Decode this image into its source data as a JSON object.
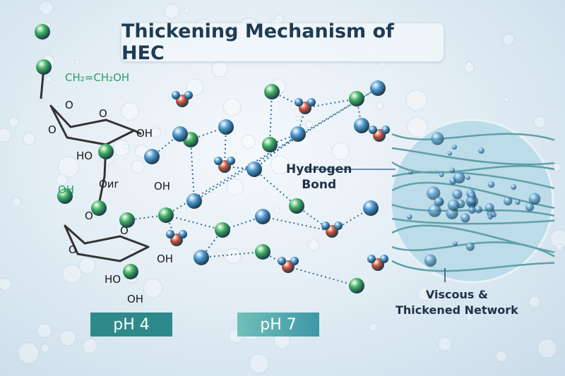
{
  "title": "Thickening Mechanism of HEC",
  "molecule_labels": {
    "side_chain": "CH₂=CH₂OH",
    "o1": "O",
    "o2": "O",
    "o3": "O",
    "oh1": "OH",
    "ho1": "HO",
    "linker": "Oиr",
    "oh_green": "OH",
    "oh_mid": "OH",
    "o4": "O",
    "o5": "O",
    "o6": "O",
    "oh2": "OH",
    "ho2": "HO",
    "oh3": "OH"
  },
  "callouts": {
    "hydrogen_bond": "Hydrogen\nBond",
    "network": "Viscous &\nThickened Network"
  },
  "ph_labels": {
    "left": "pH 4",
    "right": "pH 7"
  },
  "colors": {
    "title": "#1f3b56",
    "ph_left": "#2e8a8a",
    "ph_right": "#5cb3b0",
    "atom_green": "#3fb060",
    "atom_blue": "#4a97cf",
    "atom_red": "#d0523a",
    "side_chain_text": "#2f9a66"
  }
}
